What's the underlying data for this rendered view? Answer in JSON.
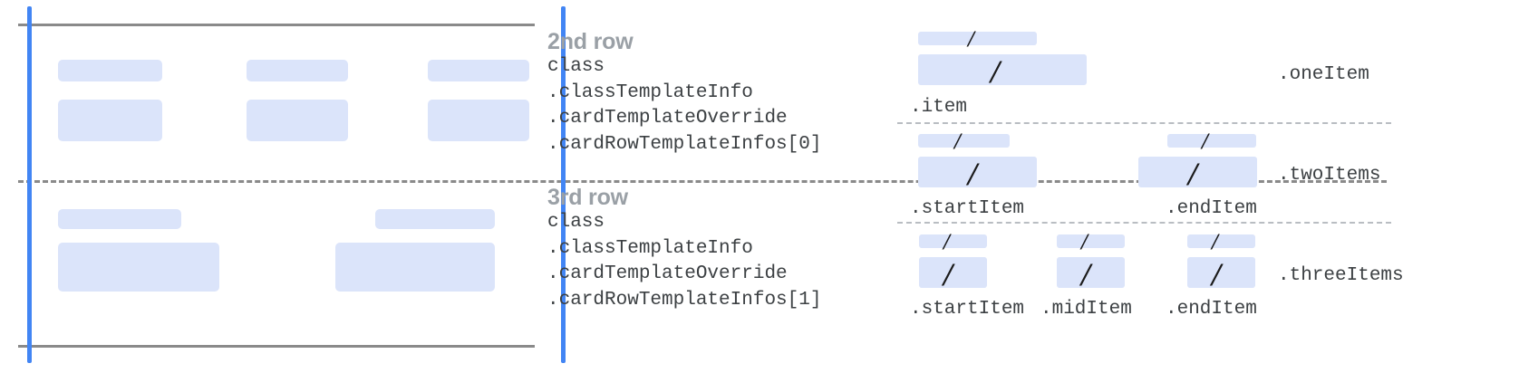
{
  "colors": {
    "placeholder_fill": "#dbe4fa",
    "guide_blue": "#4285f4",
    "rule_gray": "#8a8a8a",
    "dotted_gray": "#b9bdc2",
    "title_gray": "#9aa0a6",
    "code_text": "#3c4043",
    "slash_black": "#1a1a1a",
    "background": "#ffffff"
  },
  "left_diagram": {
    "rows": [
      {
        "name": "second-row-preview",
        "columns": [
          {
            "label_bar": true,
            "content_bar": true
          },
          {
            "label_bar": true,
            "content_bar": true
          },
          {
            "label_bar": true,
            "content_bar": true
          }
        ]
      },
      {
        "name": "third-row-preview",
        "columns": [
          {
            "label_bar": true,
            "content_bar": true
          },
          {
            "label_bar": true,
            "content_bar": true
          }
        ]
      }
    ]
  },
  "row_descriptions": [
    {
      "title": "2nd row",
      "code": [
        "class",
        ".classTemplateInfo",
        ".cardTemplateOverride",
        ".cardRowTemplateInfos[0]"
      ]
    },
    {
      "title": "3rd row",
      "code": [
        "class",
        ".classTemplateInfo",
        ".cardTemplateOverride",
        ".cardRowTemplateInfos[1]"
      ]
    }
  ],
  "examples": [
    {
      "row_label": ".oneItem",
      "items": [
        {
          "caption": ".item",
          "slash": "/"
        }
      ]
    },
    {
      "row_label": ".twoItems",
      "items": [
        {
          "caption": ".startItem",
          "slash": "/"
        },
        {
          "caption": ".endItem",
          "slash": "/"
        }
      ]
    },
    {
      "row_label": ".threeItems",
      "items": [
        {
          "caption": ".startItem",
          "slash": "/"
        },
        {
          "caption": ".midItem",
          "slash": "/"
        },
        {
          "caption": ".endItem",
          "slash": "/"
        }
      ]
    }
  ]
}
